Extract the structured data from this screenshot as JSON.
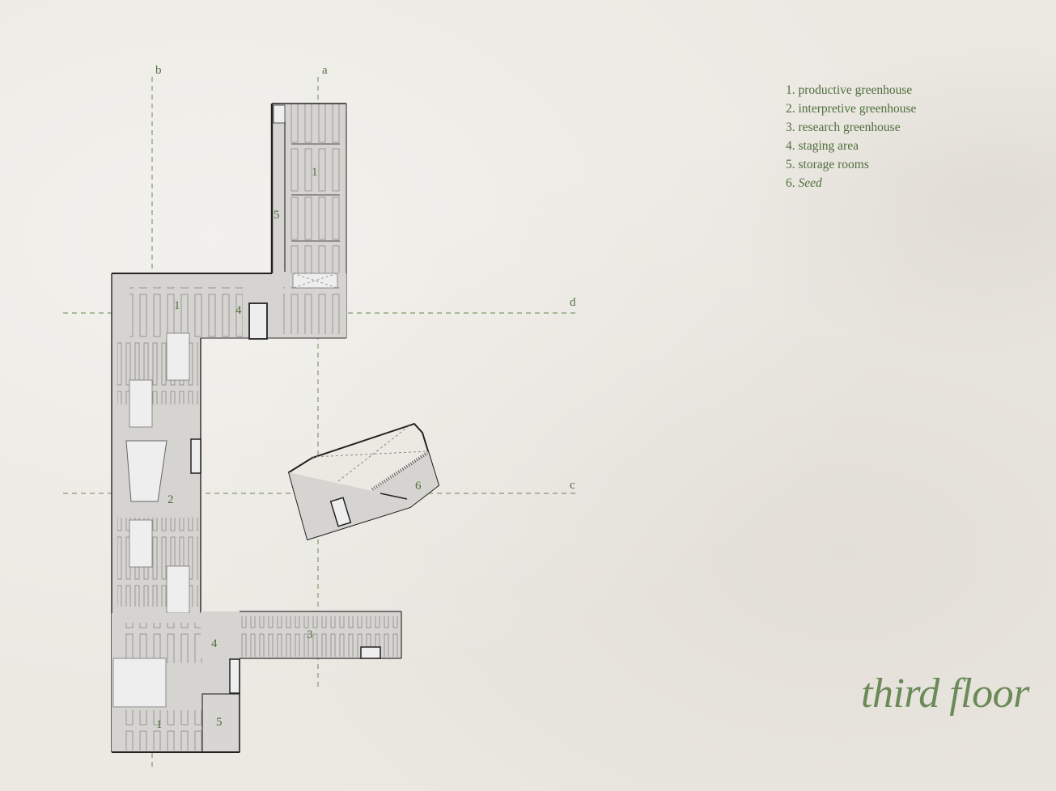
{
  "title": "third floor",
  "legend": {
    "items": [
      {
        "num": "1.",
        "label": "productive greenhouse"
      },
      {
        "num": "2.",
        "label": "interpretive greenhouse"
      },
      {
        "num": "3.",
        "label": "research greenhouse"
      },
      {
        "num": "4.",
        "label": "staging area"
      },
      {
        "num": "5.",
        "label": "storage rooms"
      },
      {
        "num": "6.",
        "label": "Seed"
      }
    ]
  },
  "section_lines": {
    "a": "a",
    "b": "b",
    "c": "c",
    "d": "d"
  },
  "room_labels": {
    "north_wing_1": "1",
    "north_wing_5": "5",
    "cross_1": "1",
    "cross_4": "4",
    "west_2": "2",
    "south_4": "4",
    "south_3": "3",
    "south_1": "1",
    "south_5": "5",
    "seed_6": "6"
  },
  "colors": {
    "background": "#ece9e3",
    "floor_fill": "#d6d4d0",
    "wall": "#2a2a2a",
    "text_green": "#4f6f3c",
    "title_green": "#6b8a58",
    "section_line": "#7f9a6e"
  }
}
